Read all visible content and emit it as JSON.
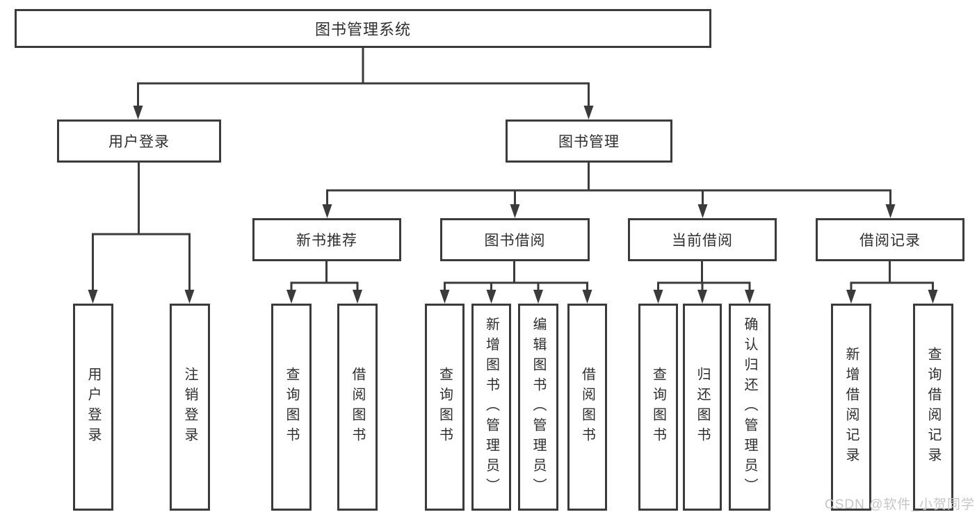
{
  "diagram": {
    "title": {
      "label": "图书管理系统"
    },
    "level2": [
      {
        "id": "user-login",
        "label": "用户登录"
      },
      {
        "id": "book-management",
        "label": "图书管理"
      }
    ],
    "level3": [
      {
        "id": "new-book-recommend",
        "label": "新书推荐"
      },
      {
        "id": "book-borrow",
        "label": "图书借阅"
      },
      {
        "id": "current-borrow",
        "label": "当前借阅"
      },
      {
        "id": "borrow-records",
        "label": "借阅记录"
      }
    ],
    "leaves": [
      {
        "id": "user-login-action",
        "label": "用户登录"
      },
      {
        "id": "logout-action",
        "label": "注销登录"
      },
      {
        "id": "recommend-query-book",
        "label": "查询图书"
      },
      {
        "id": "recommend-borrow-book",
        "label": "借阅图书"
      },
      {
        "id": "borrow-query-book",
        "label": "查询图书"
      },
      {
        "id": "borrow-add-book",
        "label": "新增图书（管理员）"
      },
      {
        "id": "borrow-edit-book",
        "label": "编辑图书（管理员）"
      },
      {
        "id": "borrow-borrow-book",
        "label": "借阅图书"
      },
      {
        "id": "current-query-book",
        "label": "查询图书"
      },
      {
        "id": "current-return-book",
        "label": "归还图书"
      },
      {
        "id": "current-confirm-return",
        "label": "确认归还（管理员）"
      },
      {
        "id": "records-add-record",
        "label": "新增借阅记录"
      },
      {
        "id": "records-query-record",
        "label": "查询借阅记录"
      }
    ],
    "watermark": {
      "text": "CSDN @软件_小贺同学"
    },
    "colors": {
      "line": "#3b3b3b",
      "box_border": "#3b3b3b",
      "box_background": "#ffffff",
      "text": "#2e2e2e",
      "watermark": "#c6c6c6"
    }
  }
}
